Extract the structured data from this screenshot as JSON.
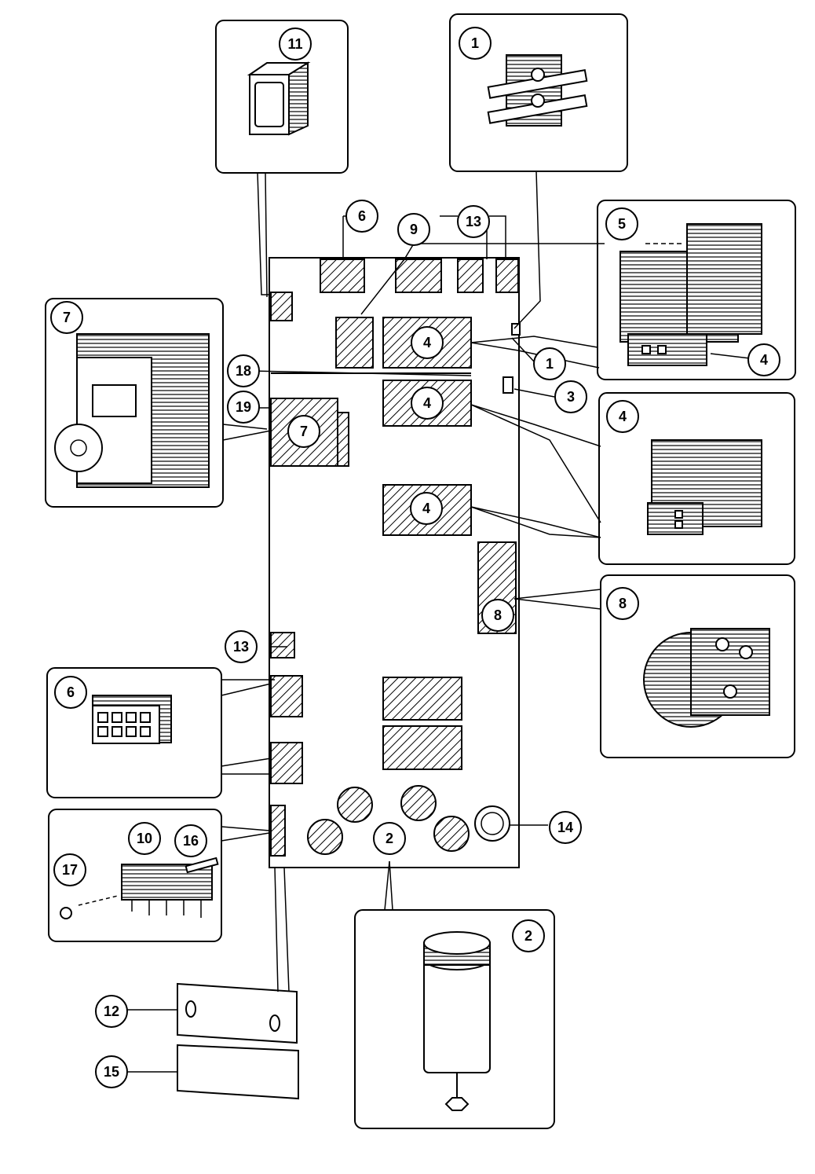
{
  "diagram": {
    "callouts": {
      "c1_top": "1",
      "c1_mid": "1",
      "c2_main": "2",
      "c2_detail": "2",
      "c3": "3",
      "c4_a": "4",
      "c4_b": "4",
      "c4_c": "4",
      "c4_detail_a": "4",
      "c4_detail_b": "4",
      "c5": "5",
      "c6_top": "6",
      "c6_detail": "6",
      "c7_detail": "7",
      "c7_main": "7",
      "c8_main": "8",
      "c8_detail": "8",
      "c9": "9",
      "c10": "10",
      "c11": "11",
      "c12": "12",
      "c13_top": "13",
      "c13_side": "13",
      "c14": "14",
      "c15": "15",
      "c16": "16",
      "c17": "17",
      "c18": "18",
      "c19": "19"
    }
  }
}
